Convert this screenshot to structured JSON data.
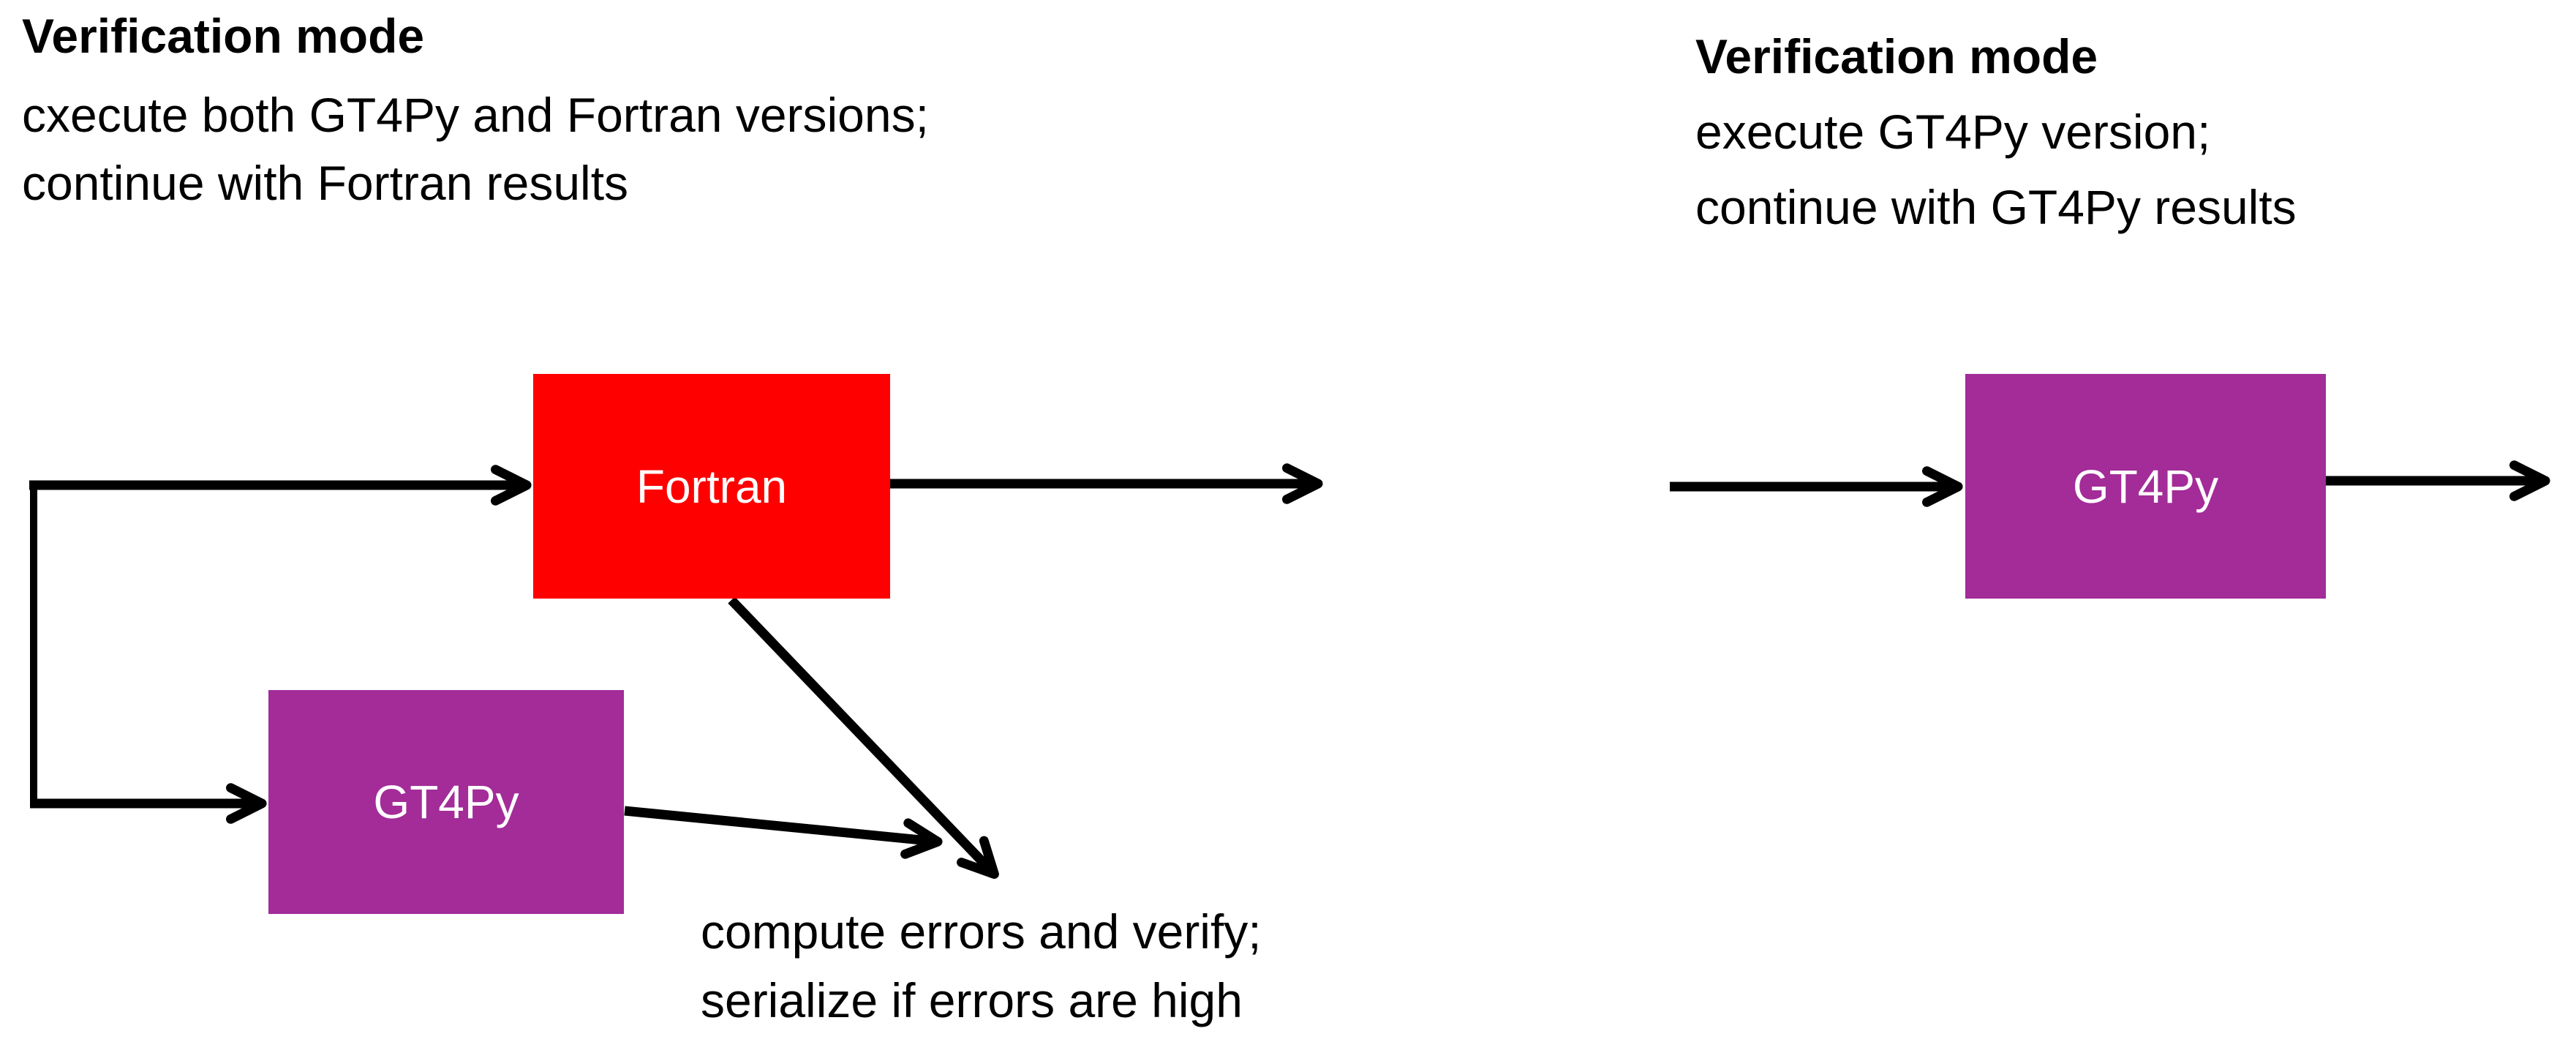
{
  "colors": {
    "fortran_red": "#FF0000",
    "gt4py_purple": "#A32C99",
    "arrow": "#000000",
    "text": "#000000",
    "background": "#FFFFFF"
  },
  "left": {
    "title": "Verification mode",
    "desc_line1": "cxecute both GT4Py and Fortran versions;",
    "desc_line2": "continue with Fortran results",
    "fortran_label": "Fortran",
    "gt4py_label": "GT4Py",
    "caption_line1": "compute errors and verify;",
    "caption_line2": "serialize if errors are high"
  },
  "right": {
    "title": "Verification mode",
    "desc_line1": "execute GT4Py version;",
    "desc_line2": "continue with GT4Py results",
    "gt4py_label": "GT4Py"
  }
}
